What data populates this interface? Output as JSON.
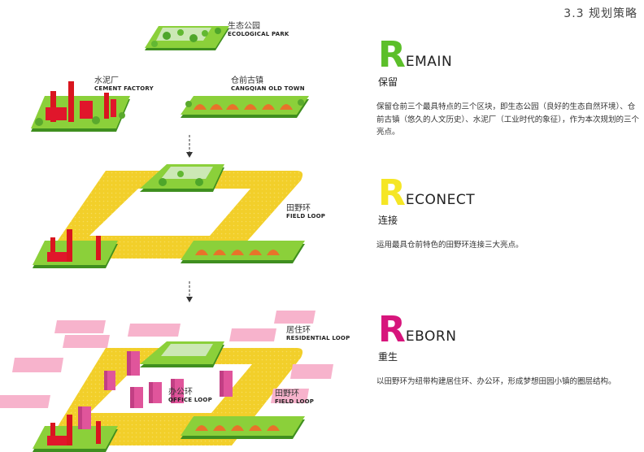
{
  "section": {
    "title": "3.3  规划策略"
  },
  "colors": {
    "remain": "#5cbf2a",
    "reconect": "#f5e625",
    "reborn": "#d7157c",
    "loop": "#f2cf2a",
    "green": "#73c92d",
    "factory": "#e0162b",
    "housing": "#f7b3cc",
    "office": "#e0559b"
  },
  "diagram": {
    "eco_park": {
      "cn": "生态公园",
      "en": "ECOLOGICAL PARK"
    },
    "cement": {
      "cn": "水泥厂",
      "en": "CEMENT FACTORY"
    },
    "old_town": {
      "cn": "仓前古镇",
      "en": "CANGQIAN OLD TOWN"
    },
    "field_loop": {
      "cn": "田野环",
      "en": "FIELD LOOP"
    },
    "residential_loop": {
      "cn": "居住环",
      "en": "RESIDENTIAL LOOP"
    },
    "office_loop": {
      "cn": "办公环",
      "en": "OFFICE LOOP"
    },
    "field_loop_2": {
      "cn": "田野环",
      "en": "FIELD LOOP"
    }
  },
  "strategies": [
    {
      "letter": "R",
      "rest": "EMAIN",
      "cn": "保留",
      "desc": "保留仓前三个最具特点的三个区块，即生态公园（良好的生态自然环境）、仓前古镇（悠久的人文历史）、水泥厂（工业时代的象征），作为本次规划的三个亮点。"
    },
    {
      "letter": "R",
      "rest": "ECONECT",
      "cn": "连接",
      "desc": "运用最具仓前特色的田野环连接三大亮点。"
    },
    {
      "letter": "R",
      "rest": "EBORN",
      "cn": "重生",
      "desc": "以田野环为纽带构建居住环、办公环，形成梦想田园小镇的圈层结构。"
    }
  ]
}
